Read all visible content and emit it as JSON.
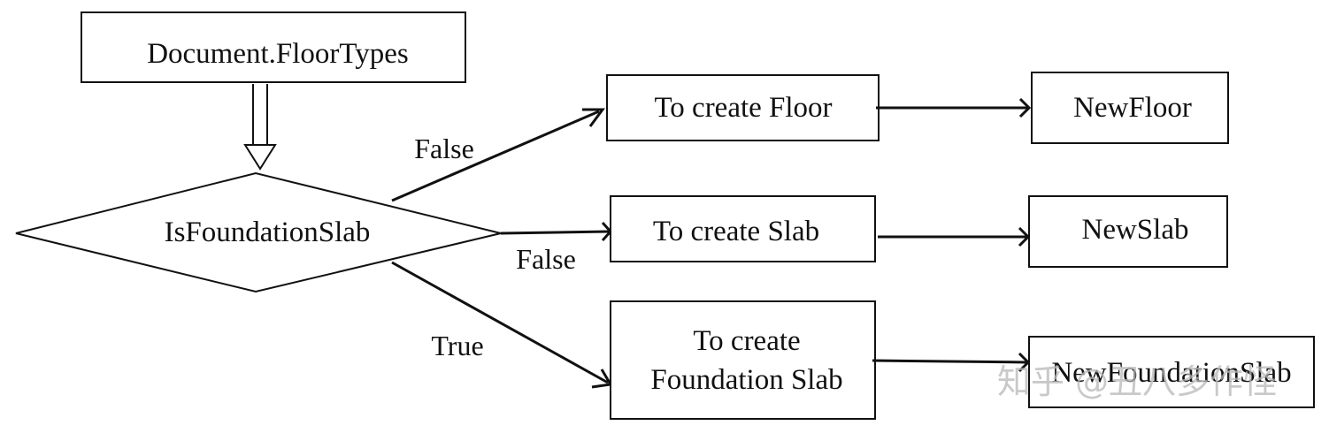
{
  "nodes": {
    "source": "Document.FloorTypes",
    "decision": "IsFoundationSlab",
    "create_floor": "To create Floor",
    "create_slab": "To create Slab",
    "create_foundation_line1": "To create",
    "create_foundation_line2": "Foundation Slab",
    "new_floor": "NewFloor",
    "new_slab": "NewSlab",
    "new_foundation": "NewFoundationSlab"
  },
  "edges": {
    "to_floor": "False",
    "to_slab": "False",
    "to_foundation": "True"
  },
  "watermark": "知乎 @丑八多作怪"
}
